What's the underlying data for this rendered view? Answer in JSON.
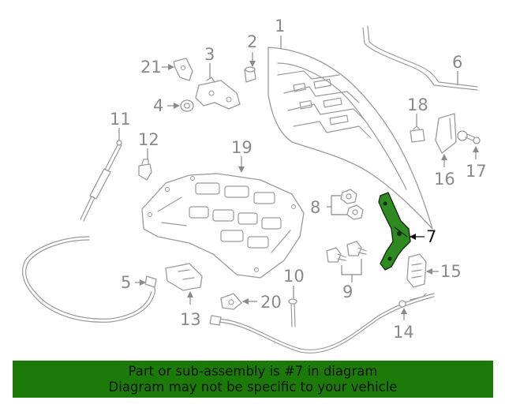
{
  "callouts": {
    "c1": "1",
    "c2": "2",
    "c3": "3",
    "c4": "4",
    "c5": "5",
    "c6": "6",
    "c7": "7",
    "c8": "8",
    "c9": "9",
    "c10": "10",
    "c11": "11",
    "c12": "12",
    "c13": "13",
    "c14": "14",
    "c15": "15",
    "c16": "16",
    "c17": "17",
    "c18": "18",
    "c19": "19",
    "c20": "20",
    "c21": "21"
  },
  "highlighted_part": "7",
  "colors": {
    "highlight": "#2f8a21",
    "banner": "#1c7a09",
    "line": "#9a9a9a"
  },
  "banner": {
    "line1": "Part or sub-assembly is #7 in diagram",
    "line2": "Diagram may not be specific to your vehicle"
  }
}
